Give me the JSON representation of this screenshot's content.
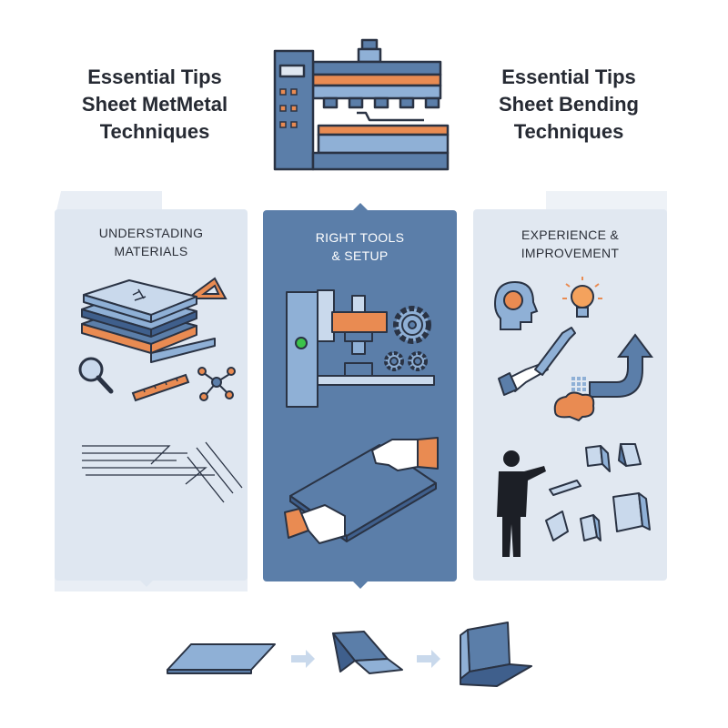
{
  "header": {
    "left_title": [
      "Essential Tips",
      "Sheet MetMetal",
      "Techniques"
    ],
    "right_title": [
      "Essential Tips",
      "Sheet Bending",
      "Techniques"
    ]
  },
  "panels": [
    {
      "heading": [
        "UNDERSTADING",
        "MATERIALS"
      ]
    },
    {
      "heading": [
        "RIGHT TOOLS",
        "& SETUP"
      ]
    },
    {
      "heading": [
        "EXPERIENCE &",
        "IMPROVEMENT"
      ]
    }
  ],
  "colors": {
    "navy": "#3f5f8c",
    "blue": "#5b7ea9",
    "light_blue": "#8fb0d6",
    "orange": "#e98b52",
    "outline": "#2a3344",
    "panel_light": "#dfe7f1"
  },
  "icons": [
    "press-brake-machine-icon",
    "sheet-stack-icon",
    "set-square-icon",
    "magnifier-icon",
    "ruler-icon",
    "molecule-icon",
    "hatched-lines-icon",
    "press-tool-icon",
    "gears-icon",
    "hands-holding-sheet-icon",
    "head-brain-icon",
    "lightbulb-icon",
    "wrench-hand-icon",
    "curved-arrow-icon",
    "brain-icon",
    "presenter-silhouette-icon",
    "bent-shapes-icon",
    "flat-sheet-icon",
    "bent-sheet-icon",
    "formed-sheet-icon",
    "arrow-right-icon"
  ]
}
